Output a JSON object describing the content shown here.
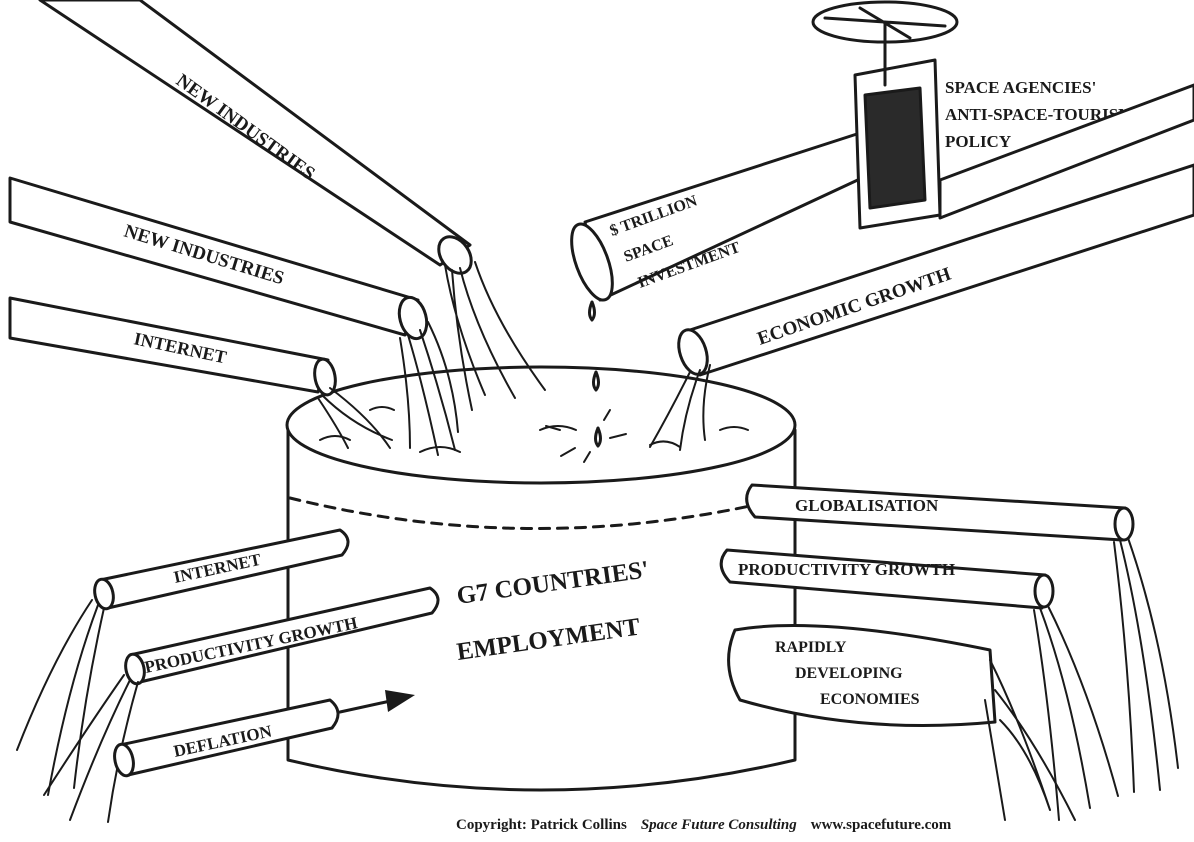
{
  "tank": {
    "label_line1": "G7 COUNTRIES'",
    "label_line2": "EMPLOYMENT"
  },
  "inflows": [
    {
      "label": "NEW INDUSTRIES"
    },
    {
      "label": "NEW INDUSTRIES"
    },
    {
      "label": "INTERNET"
    },
    {
      "label": "ECONOMIC  GROWTH"
    }
  ],
  "blocked_pipe": {
    "label_lines": [
      "$ TRILLION",
      "SPACE",
      "INVESTMENT"
    ]
  },
  "valve": {
    "label_lines": [
      "SPACE AGENCIES'",
      "ANTI-SPACE-TOURISM",
      "POLICY"
    ]
  },
  "outflows_left": [
    {
      "label": "INTERNET"
    },
    {
      "label": "PRODUCTIVITY  GROWTH"
    },
    {
      "label": "DEFLATION"
    }
  ],
  "outflows_right": [
    {
      "label": "GLOBALISATION"
    },
    {
      "label": "PRODUCTIVITY  GROWTH"
    },
    {
      "label_lines": [
        "RAPIDLY",
        "DEVELOPING",
        "ECONOMIES"
      ]
    }
  ],
  "footer": {
    "copyright": "Copyright: Patrick Collins",
    "company": "Space Future Consulting",
    "website": "www.spacefuture.com"
  }
}
